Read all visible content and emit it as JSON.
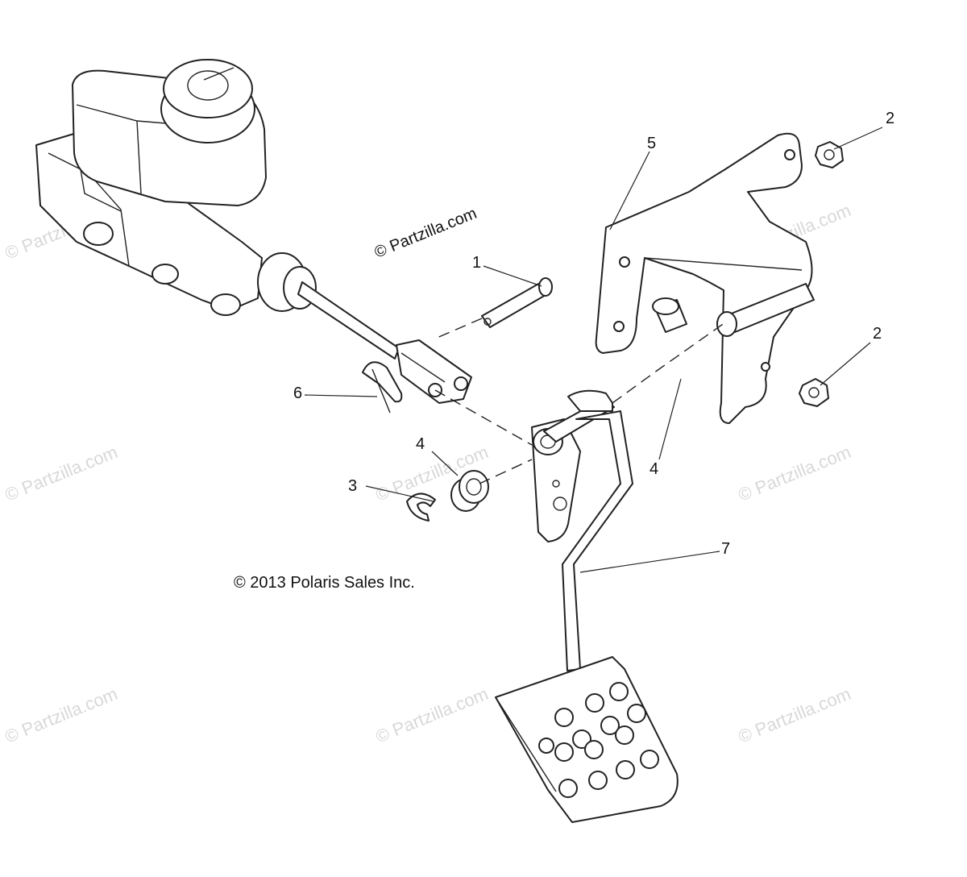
{
  "site_mark": "© Partzilla.com",
  "watermark_text": "© Partzilla.com",
  "copyright": "© 2013 Polaris Sales Inc.",
  "callouts": [
    "1",
    "2",
    "2",
    "3",
    "4",
    "4",
    "5",
    "6",
    "7"
  ],
  "colors": {
    "line": "#222222",
    "watermark": "#d8d8d8",
    "background": "#ffffff"
  }
}
